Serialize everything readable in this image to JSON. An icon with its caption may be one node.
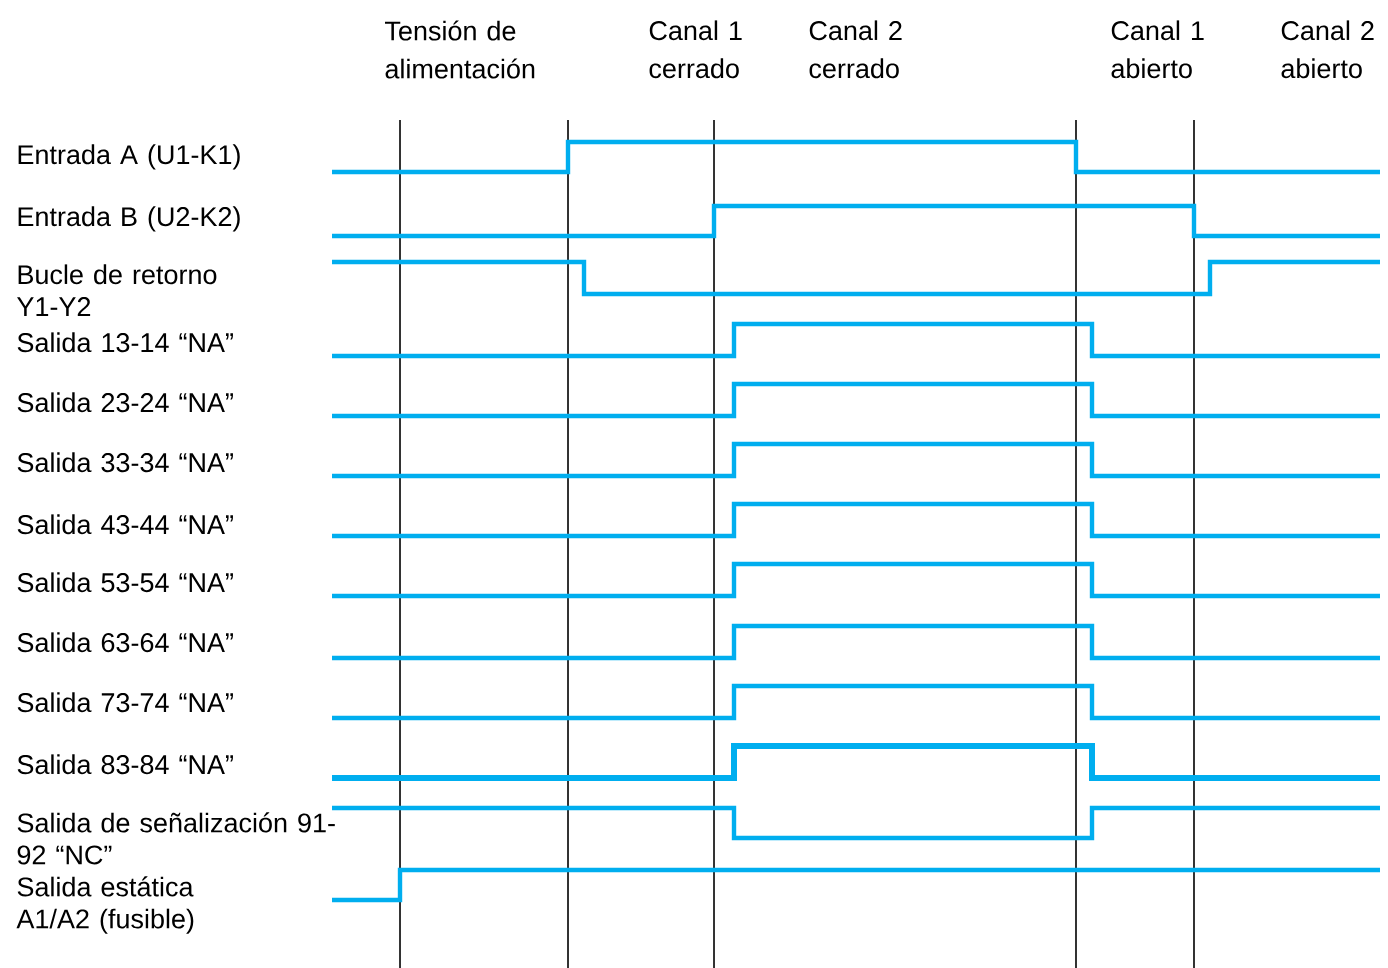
{
  "diagram": {
    "labels": [
      "Tensión de alimentación",
      "Canal 1 cerrado",
      "Canal 2 cerrado",
      "Canal 1 abierto",
      "Canal 2 abierto",
      "Entrada A (U1-K1)",
      "Entrada B (U2-K2)",
      "Bucle de retorno Y1-Y2",
      "Salida 13-14 “NA”",
      "Salida 23-24 “NA”",
      "Salida 33-34 “NA”",
      "Salida 43-44 “NA”",
      "Salida 53-54 “NA”",
      "Salida 63-64 “NA”",
      "Salida 73-74 “NA”",
      "Salida 83-84 “NA”",
      "Salida de señalización 91-92 “NC”",
      "Salida estática A1/A2 (fusible)"
    ]
  }
}
